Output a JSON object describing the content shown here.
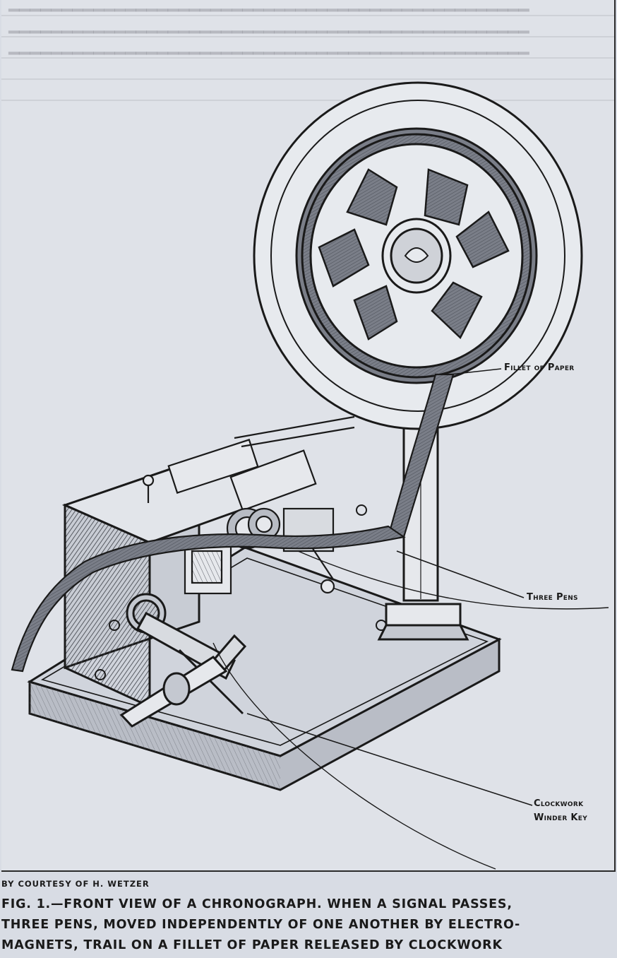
{
  "figure": {
    "labels": {
      "fillet_of_paper": "Fillet of Paper",
      "three_pens": "Three Pens",
      "clockwork_line1": "Clockwork",
      "clockwork_line2": "Winder Key"
    }
  },
  "credit": "BY COURTESY OF H. WETZER",
  "caption": {
    "line1": "FIG. 1.—FRONT VIEW OF A CHRONOGRAPH. WHEN A SIGNAL PASSES,",
    "line2": "THREE PENS, MOVED INDEPENDENTLY OF ONE ANOTHER BY ELECTRO-",
    "line3": "MAGNETS, TRAIL ON A FILLET OF PAPER RELEASED BY CLOCKWORK"
  },
  "colors": {
    "background": "#dfe2e8",
    "ink": "#1a1a1a",
    "paper_strip": "#6a6e78"
  }
}
